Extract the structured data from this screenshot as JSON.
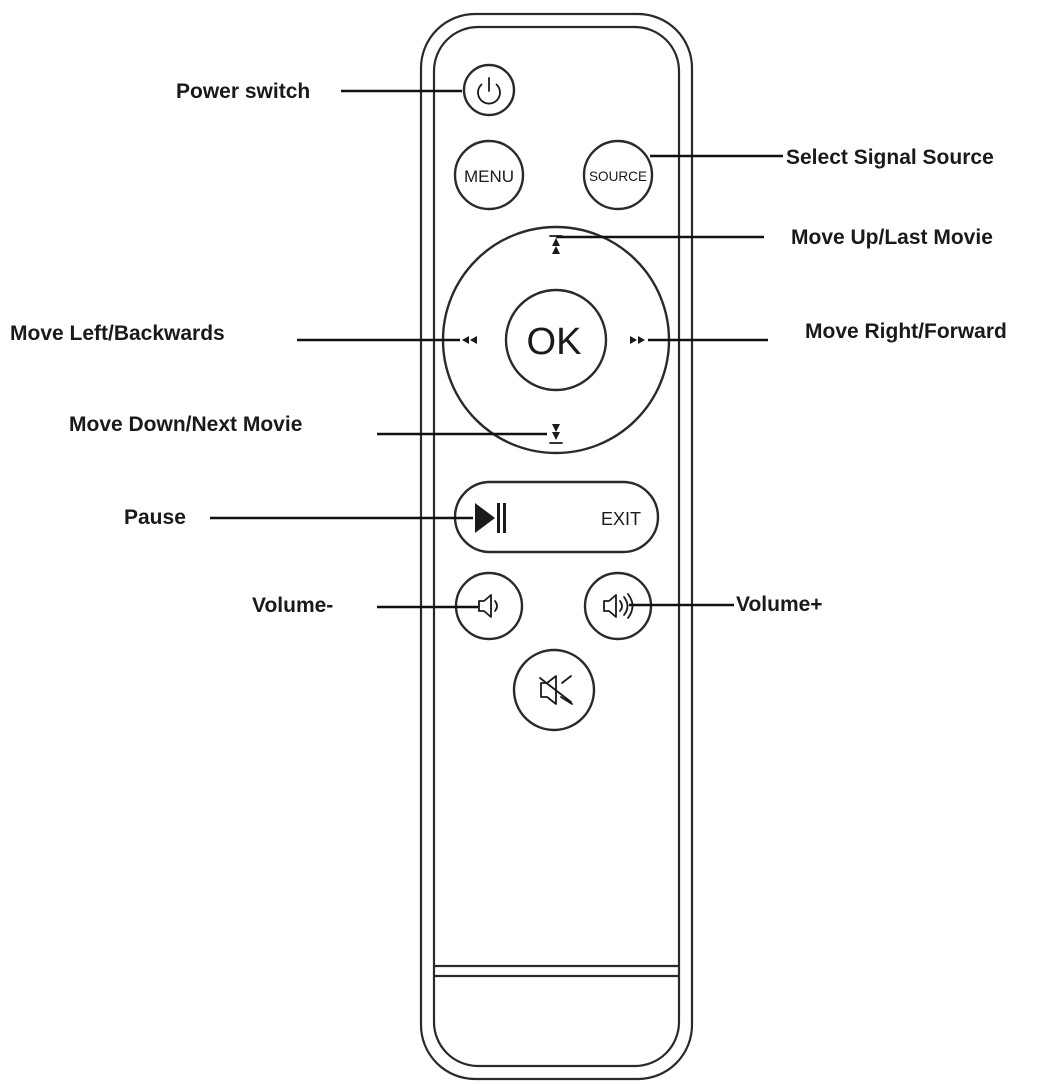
{
  "labels": {
    "power": "Power switch",
    "source": "Select Signal Source",
    "up": "Move Up/Last Movie",
    "left": "Move Left/Backwards",
    "right": "Move Right/Forward",
    "down": "Move Down/Next Movie",
    "pause": "Pause",
    "vol_down": "Volume-",
    "vol_up": "Volume+"
  },
  "buttons": {
    "menu": "MENU",
    "source": "SOURCE",
    "ok": "OK",
    "exit": "EXIT"
  },
  "icons": {
    "power": "power-icon",
    "up": "arrow-up-icon",
    "down": "arrow-down-icon",
    "left": "rewind-icon",
    "right": "fast-forward-icon",
    "play_pause": "play-pause-icon",
    "vol_down": "speaker-low-icon",
    "vol_up": "speaker-high-icon",
    "mute": "mute-icon"
  }
}
